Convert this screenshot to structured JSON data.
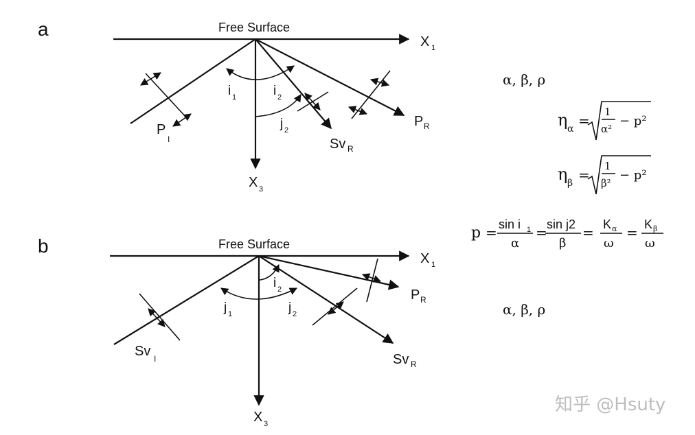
{
  "panel_a": {
    "letter": "a",
    "surface_label": "Free Surface",
    "axis_x1": "X",
    "axis_x1_sub": "1",
    "axis_x3": "X",
    "axis_x3_sub": "3",
    "ray_incident": "P",
    "ray_incident_sub": "I",
    "ray_reflect_p": "P",
    "ray_reflect_p_sub": "R",
    "ray_reflect_sv": "Sv",
    "ray_reflect_sv_sub": "R",
    "angle_i1": "i",
    "angle_i1_sub": "1",
    "angle_i2": "i",
    "angle_i2_sub": "2",
    "angle_j2": "j",
    "angle_j2_sub": "2"
  },
  "panel_b": {
    "letter": "b",
    "surface_label": "Free Surface",
    "axis_x1": "X",
    "axis_x1_sub": "1",
    "axis_x3": "X",
    "axis_x3_sub": "3",
    "ray_incident": "Sv",
    "ray_incident_sub": "I",
    "ray_reflect_p": "P",
    "ray_reflect_p_sub": "R",
    "ray_reflect_sv": "Sv",
    "ray_reflect_sv_sub": "R",
    "angle_j1": "j",
    "angle_j1_sub": "1",
    "angle_i2": "i",
    "angle_i2_sub": "2",
    "angle_j2": "j",
    "angle_j2_sub": "2"
  },
  "equations": {
    "params_top": "α, β, ρ",
    "params_bottom": "α, β, ρ",
    "eta": "η",
    "eta_alpha_sub": "α",
    "eta_beta_sub": "β",
    "equals": "=",
    "one": "1",
    "alpha_sq": "α²",
    "beta_sq": "β²",
    "minus_p2": "− p²",
    "snell_p": "p",
    "snell_num1": "sin i",
    "snell_num1_sub": "1",
    "snell_den1": "α",
    "snell_num2": "sin j2",
    "snell_den2": "β",
    "snell_num3": "K",
    "snell_num3_sub": "α",
    "snell_den3": "ω",
    "snell_num4": "K",
    "snell_num4_sub": "β",
    "snell_den4": "ω"
  },
  "watermark": "知乎 @Hsuty"
}
